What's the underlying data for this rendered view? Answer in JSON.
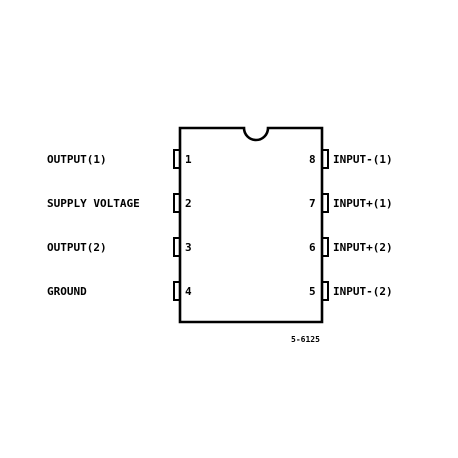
{
  "package": {
    "drawing_code": "5-6125",
    "pins_left": [
      {
        "number": "1",
        "label": "OUTPUT(1)"
      },
      {
        "number": "2",
        "label": "SUPPLY VOLTAGE"
      },
      {
        "number": "3",
        "label": "OUTPUT(2)"
      },
      {
        "number": "4",
        "label": "GROUND"
      }
    ],
    "pins_right": [
      {
        "number": "8",
        "label": "INPUT-(1)"
      },
      {
        "number": "7",
        "label": "INPUT+(1)"
      },
      {
        "number": "6",
        "label": "INPUT+(2)"
      },
      {
        "number": "5",
        "label": "INPUT-(2)"
      }
    ]
  },
  "colors": {
    "ink": "#000000",
    "background": "#ffffff"
  }
}
